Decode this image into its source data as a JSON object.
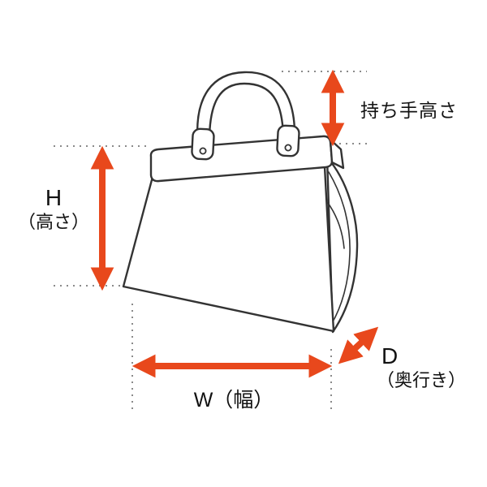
{
  "colors": {
    "accent": "#E8481C",
    "line": "#333333",
    "guide": "#8a8a8a",
    "text": "#111111"
  },
  "labels": {
    "handle_height": "持ち手高さ",
    "height_letter": "H",
    "height_paren": "（高さ）",
    "width": "W（幅）",
    "depth_letter": "D",
    "depth_paren": "（奥行き）"
  }
}
